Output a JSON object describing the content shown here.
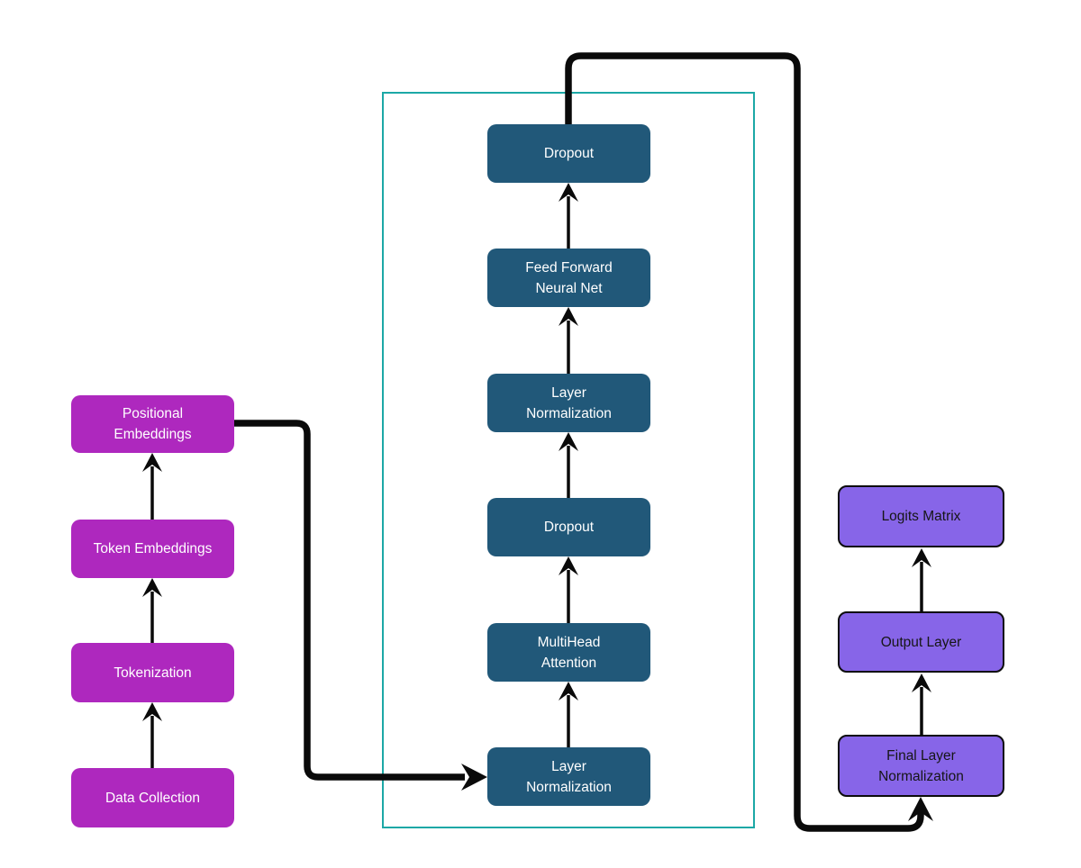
{
  "colors": {
    "background": "#ffffff",
    "left_box": "#ae28be",
    "left_text": "#ffffff",
    "middle_box": "#215879",
    "middle_text": "#ffffff",
    "right_box": "#8765e8",
    "right_text": "#161616",
    "frame_border": "#1ca8a6",
    "arrow": "#0a0a0a"
  },
  "left_column": {
    "boxes": [
      {
        "id": "data-collection",
        "label": "Data Collection"
      },
      {
        "id": "tokenization",
        "label": "Tokenization"
      },
      {
        "id": "token-embeddings",
        "label": "Token Embeddings"
      },
      {
        "id": "positional-embeddings",
        "label": "Positional Embeddings"
      }
    ]
  },
  "transformer_block": {
    "boxes": [
      {
        "id": "layer-normalization-1",
        "label": "Layer Normalization"
      },
      {
        "id": "multihead-attention",
        "label": "MultiHead Attention"
      },
      {
        "id": "dropout-1",
        "label": "Dropout"
      },
      {
        "id": "layer-normalization-2",
        "label": "Layer Normalization"
      },
      {
        "id": "feed-forward-neural-net",
        "label": "Feed Forward Neural Net"
      },
      {
        "id": "dropout-2",
        "label": "Dropout"
      }
    ]
  },
  "right_column": {
    "boxes": [
      {
        "id": "final-layer-normalization",
        "label": "Final Layer Normalization"
      },
      {
        "id": "output-layer",
        "label": "Output Layer"
      },
      {
        "id": "logits-matrix",
        "label": "Logits Matrix"
      }
    ]
  }
}
